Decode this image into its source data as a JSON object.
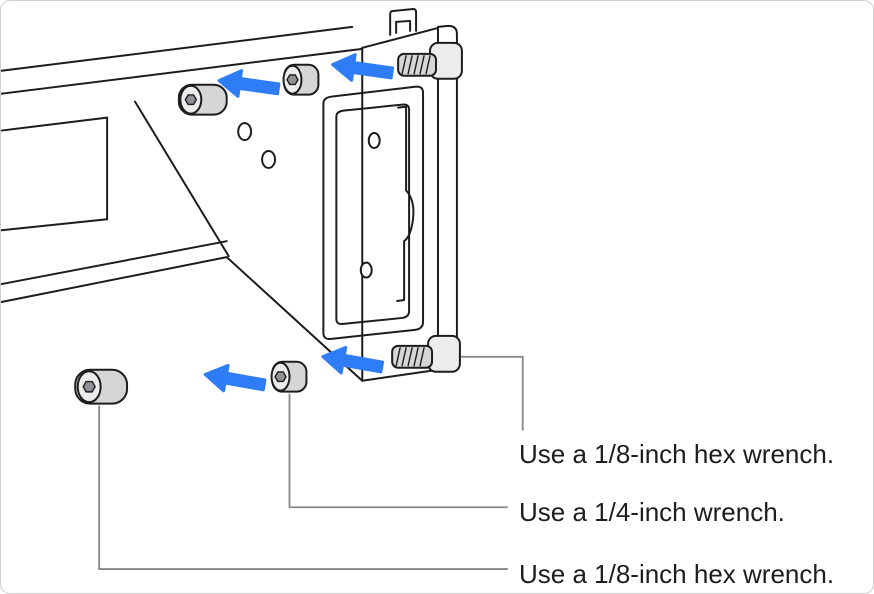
{
  "figure": {
    "callouts": [
      {
        "id": "top-threaded-screw",
        "label": "Use a 1/8-inch hex wrench."
      },
      {
        "id": "bottom-nut",
        "label": "Use a 1/4-inch wrench."
      },
      {
        "id": "bottom-hex-screw",
        "label": "Use a 1/8-inch hex wrench."
      }
    ],
    "arrow_direction": "left",
    "colors": {
      "arrow": "#2e7cf6",
      "line": "#1d1d1f",
      "callout_line": "#86868b",
      "metal_fill": "#d6d6d6",
      "metal_light": "#ececec",
      "socket": "#8f8f94",
      "background": "#ffffff",
      "border": "#cfcfcf"
    }
  }
}
